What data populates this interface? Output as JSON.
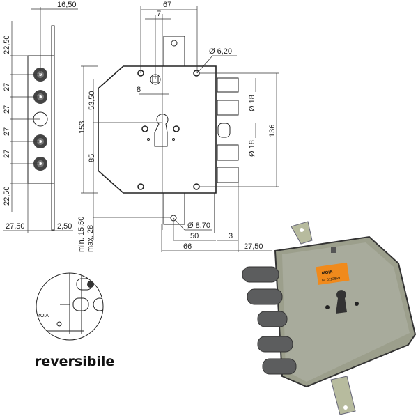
{
  "side_view": {
    "dim_width": "16,50",
    "dim_top": "22,50",
    "dim_pitch": [
      "27",
      "27",
      "27",
      "27"
    ],
    "dim_bottom": "22,50",
    "dim_depth": "27,50",
    "dim_faceplate": "2,50"
  },
  "front_view": {
    "dim_67": "67",
    "dim_7": "7",
    "dim_8": "8",
    "dim_hole_top": "Ø 6,20",
    "dim_153": "153",
    "dim_53": "53,50",
    "dim_85": "85",
    "dim_bolt_1": "Ø 18",
    "dim_bolt_2": "Ø 18",
    "dim_136": "136",
    "dim_min": "min. 15,50",
    "dim_max": "max. 28",
    "dim_hole_bottom": "Ø 8,70",
    "dim_50": "50",
    "dim_3": "3",
    "dim_66": "66",
    "dim_2750": "27,50"
  },
  "inset": {
    "brand": "MOIA",
    "caption": "reversibile"
  },
  "photo": {
    "label_brand": "MOIA",
    "label_serial": "N° 0112859"
  },
  "colors": {
    "metal": "#a8ab9c",
    "bolt": "#5c5d5e",
    "label": "#f08a1c"
  }
}
